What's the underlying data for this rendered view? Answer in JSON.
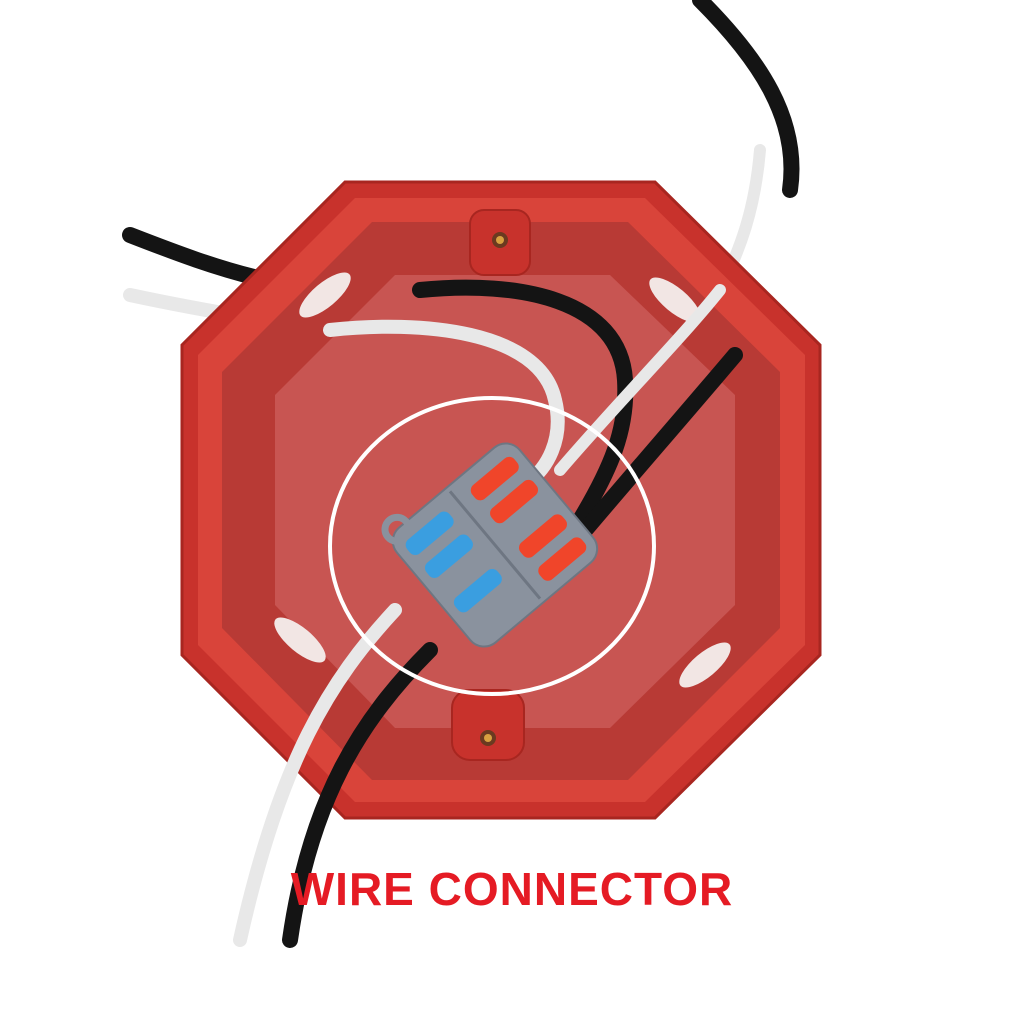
{
  "caption": "WIRE CONNECTOR",
  "colors": {
    "background": "#ffffff",
    "caption": "#e51b24",
    "box_outer": "#c8322c",
    "box_rim": "#d9443a",
    "box_inner": "#b83a35",
    "box_floor": "#c85552",
    "wire_black": "#141414",
    "wire_white": "#e8e8e8",
    "connector_gray": "#8a929e",
    "lever_blue": "#3a9ee0",
    "lever_orange": "#f0452a",
    "highlight_circle": "#ffffff"
  },
  "subject": {
    "object": "red octagonal electrical junction box",
    "detail": "lever-style push-in wire connector joining black and white wires",
    "highlight": "white circle around connector"
  }
}
